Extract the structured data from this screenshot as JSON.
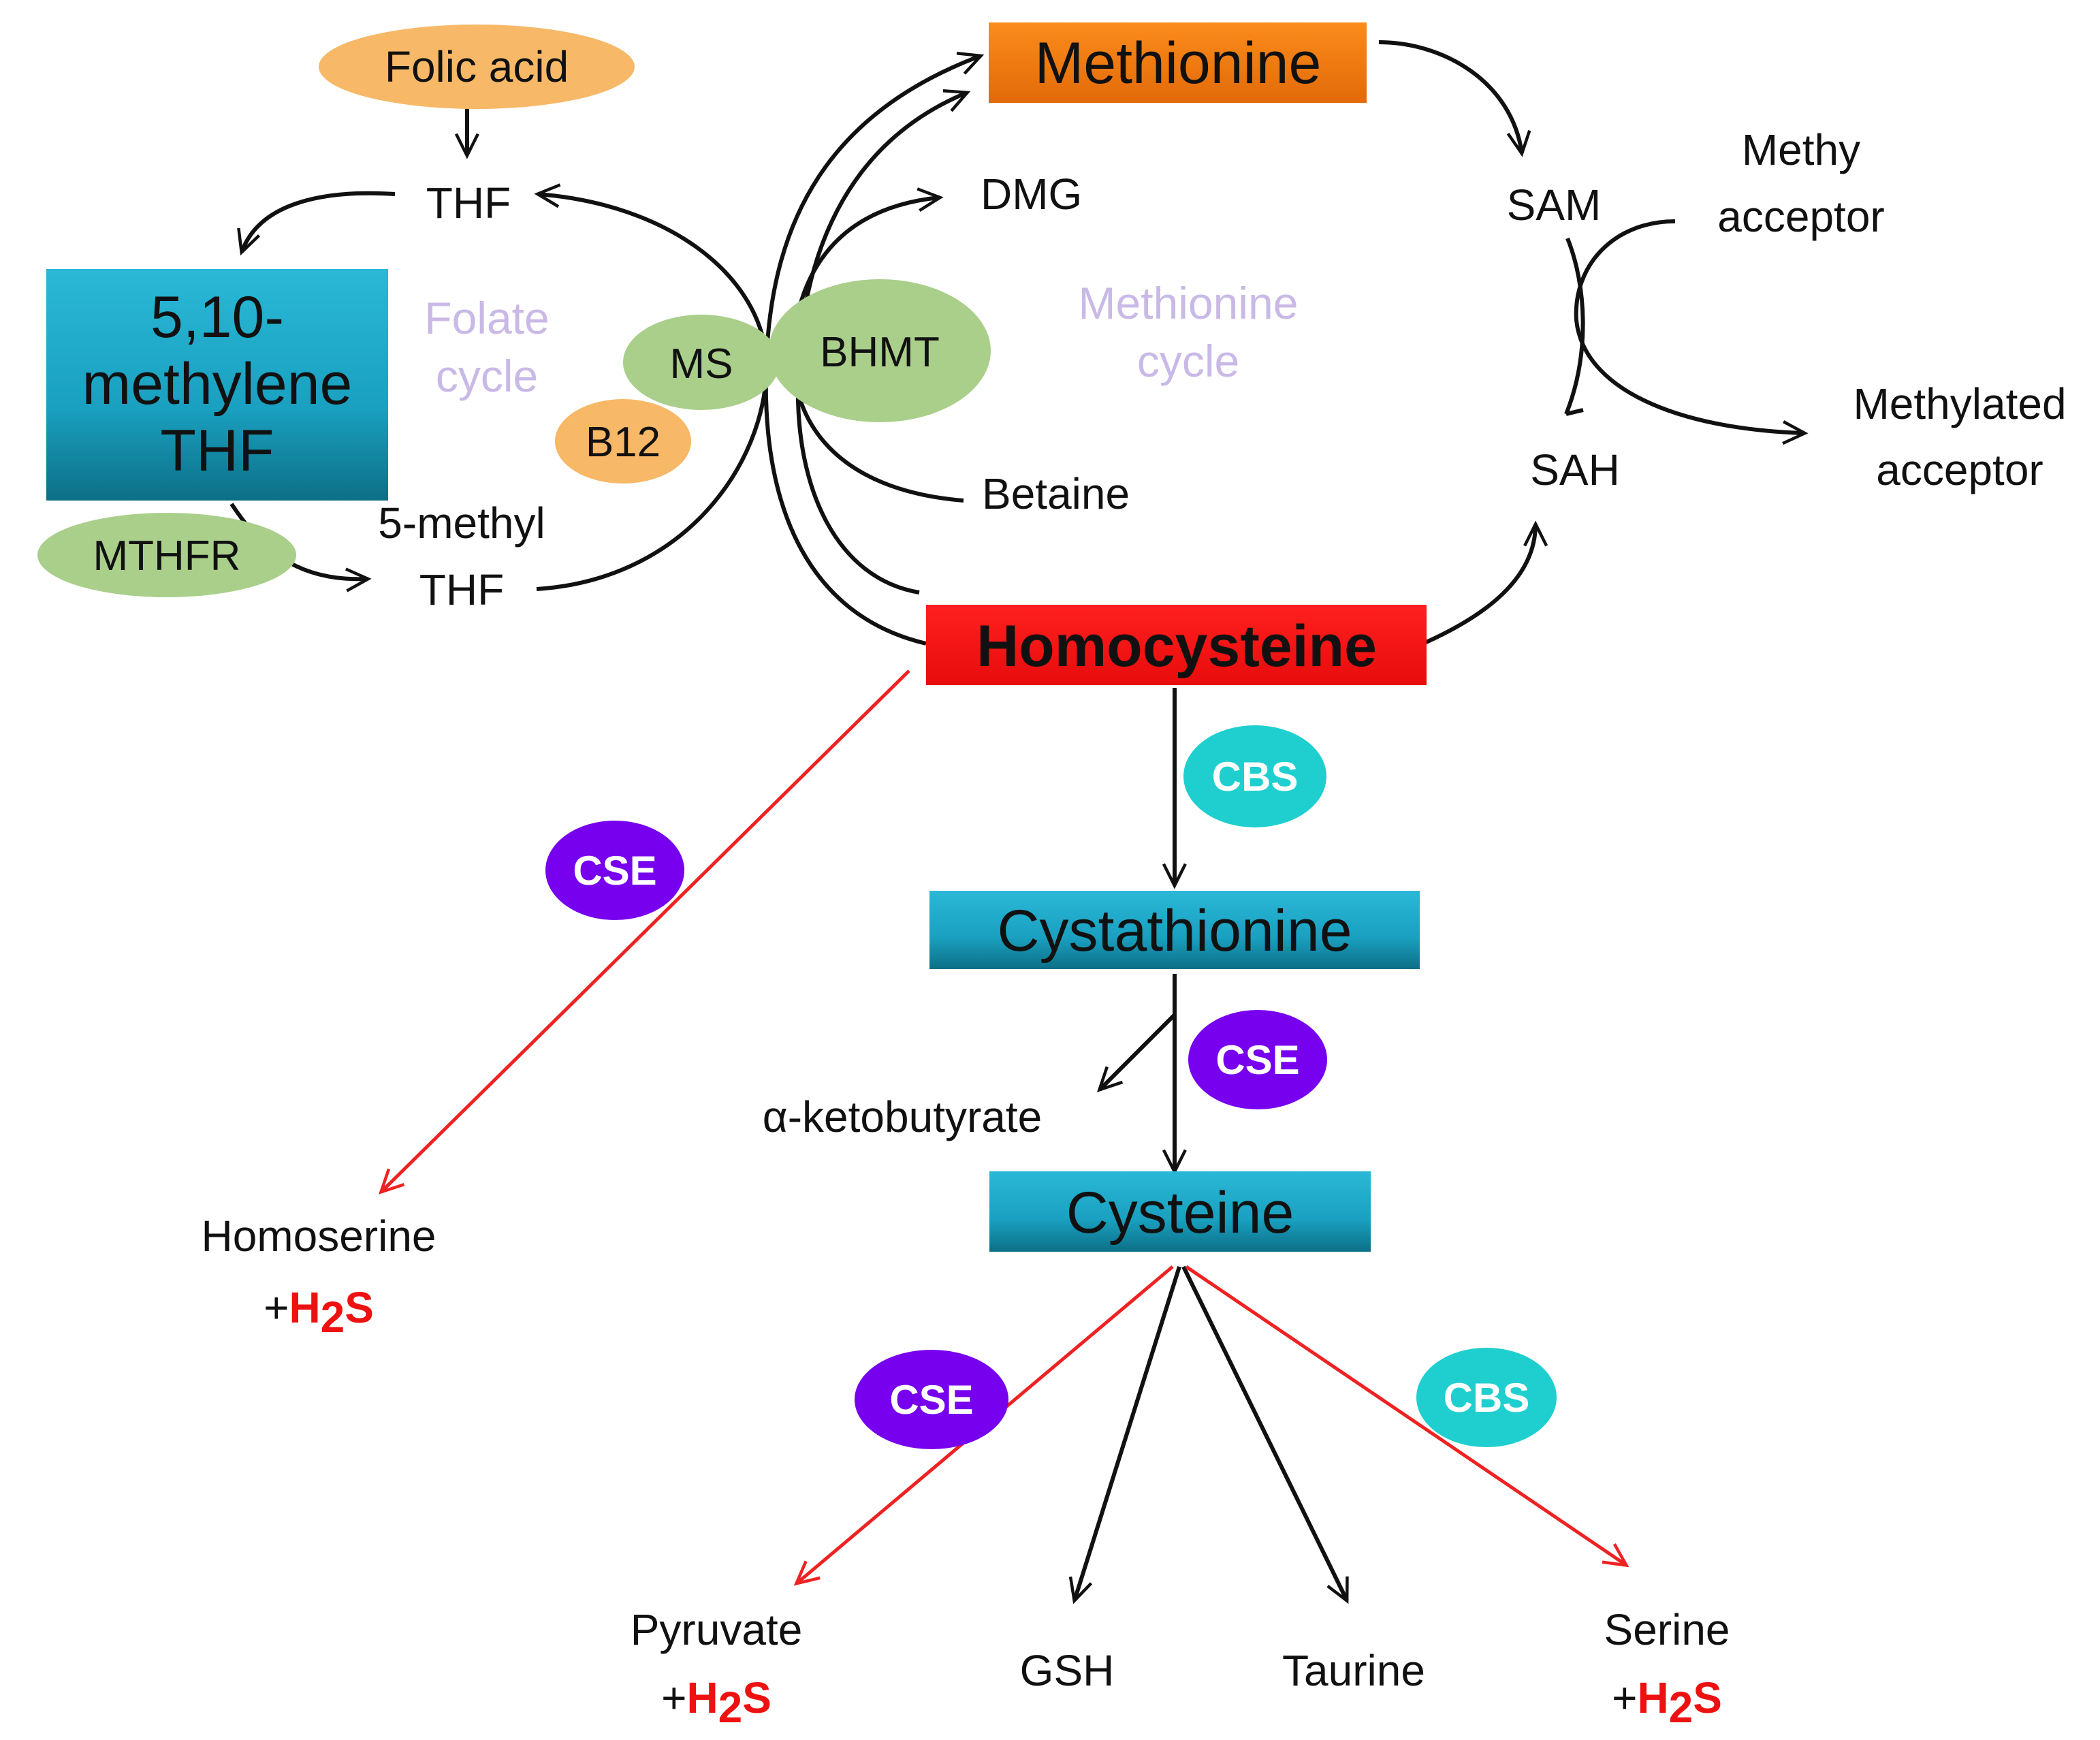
{
  "nodes": {
    "folic_acid": "Folic acid",
    "thf": "THF",
    "methylene_thf": [
      "5,10-",
      "methylene",
      "THF"
    ],
    "methyl_thf": [
      "5-methyl",
      "THF"
    ],
    "methionine": "Methionine",
    "dmg": "DMG",
    "betaine": "Betaine",
    "sam": "SAM",
    "sah": "SAH",
    "methyl_acceptor": [
      "Methy",
      "acceptor"
    ],
    "methylated_acceptor": [
      "Methylated",
      "acceptor"
    ],
    "homocysteine": "Homocysteine",
    "cystathionine": "Cystathionine",
    "cysteine": "Cysteine",
    "ketobutyrate": "α-ketobutyrate",
    "homoserine": "Homoserine",
    "pyruvate": "Pyruvate",
    "gsh": "GSH",
    "taurine": "Taurine",
    "serine": "Serine"
  },
  "h2s": {
    "plus": "+",
    "h": "H",
    "sub": "2",
    "s": "S"
  },
  "cycles": {
    "folate": [
      "Folate",
      "cycle"
    ],
    "methionine": [
      "Methionine",
      "cycle"
    ]
  },
  "enzymes": {
    "ms": "MS",
    "b12": "B12",
    "bhmt": "BHMT",
    "mthfr": "MTHFR",
    "cbs": "CBS",
    "cse": "CSE"
  },
  "colors": {
    "folic_acid": "#f7b867",
    "b12": "#f7b867",
    "methionine_box": "#f57f17",
    "homocysteine_box": "#ff1a1a",
    "teal_box": "#1d9fbf",
    "green_enzyme": "#a9cf8b",
    "cbs": "#1fcfcf",
    "cse": "#7700ee",
    "red_arrow": "#ee2222",
    "black_arrow": "#111111",
    "cycle_text": "#c9b9e6"
  }
}
